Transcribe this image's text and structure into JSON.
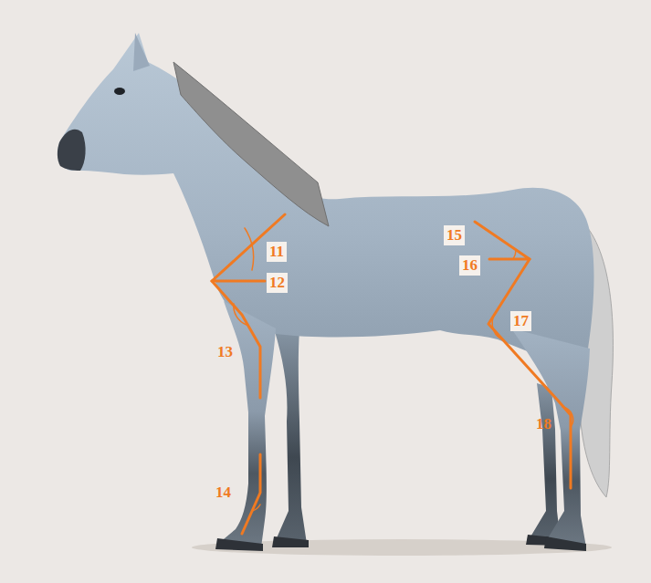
{
  "diagram": {
    "labels": [
      "11",
      "12",
      "13",
      "14",
      "15",
      "16",
      "17",
      "18"
    ]
  }
}
